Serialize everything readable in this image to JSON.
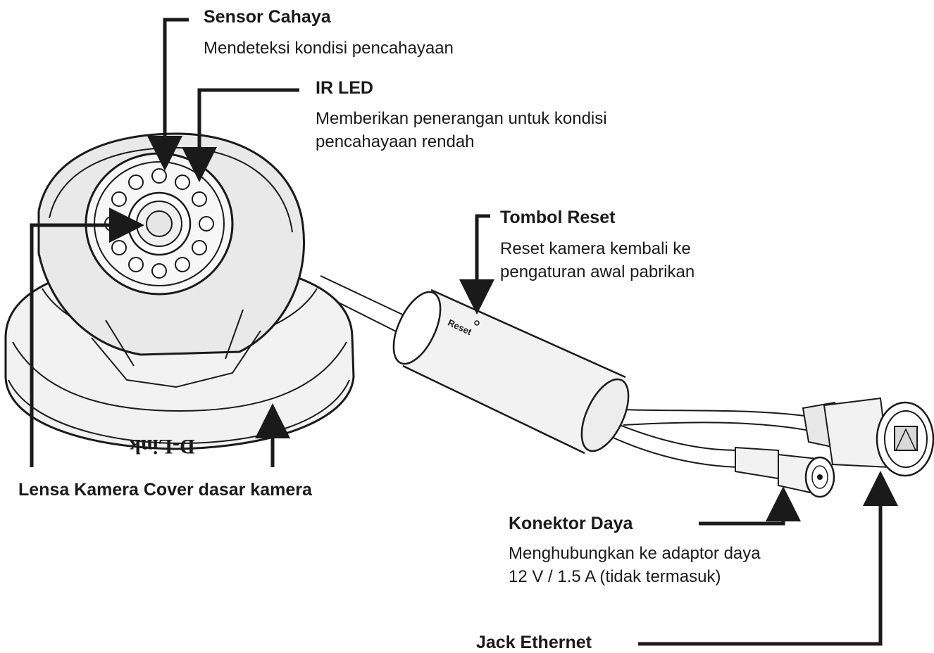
{
  "labels": {
    "sensor_cahaya": {
      "title": "Sensor Cahaya",
      "desc": [
        "Mendeteksi kondisi pencahayaan"
      ]
    },
    "ir_led": {
      "title": "IR LED",
      "desc": [
        "Memberikan penerangan untuk kondisi",
        "pencahayaan rendah"
      ]
    },
    "tombol_reset": {
      "title": "Tombol Reset",
      "desc": [
        "Reset kamera kembali ke",
        "pengaturan awal pabrikan"
      ]
    },
    "bottom_left": "Lensa Kamera Cover dasar kamera",
    "konektor_daya": {
      "title": "Konektor Daya",
      "desc": [
        "Menghubungkan ke adaptor daya",
        "12 V / 1.5 A (tidak termasuk)"
      ]
    },
    "jack_ethernet": {
      "title": "Jack Ethernet"
    }
  },
  "device": {
    "logo_text": "D-Link",
    "reset_text": "Reset"
  },
  "colors": {
    "line": "#1a1a1a",
    "body": "#f2f2f2",
    "shade": "#d9d9d9"
  }
}
